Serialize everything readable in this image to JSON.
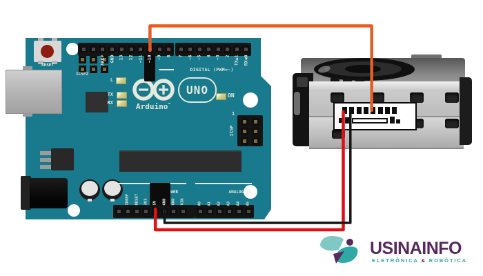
{
  "colors": {
    "board_teal": "#187a8c",
    "silkscreen": "#e7e9df",
    "reset_button_red": "#8e1d12",
    "logo_purple": "#572a5e",
    "logo_teal": "#2ea9a4",
    "logo_teal_light": "#7fc9c4"
  },
  "arduino": {
    "reset_label": "RESET",
    "icsp2_label": "ICSP2",
    "icsp_label": "ICSP",
    "icsp_pin_one": "1",
    "led_l": "L",
    "led_tx": "TX",
    "led_rx": "RX",
    "led_on": "ON",
    "logo_text": "Arduino",
    "logo_tm": "™",
    "model": "UNO",
    "digital_label": "DIGITAL (PWM=~)",
    "digital_left_pins": [
      "",
      "",
      "AREF",
      "GND",
      "13",
      "12",
      "~11",
      "~10",
      "~9",
      "8"
    ],
    "digital_right_pins": [
      "7",
      "~6",
      "~5",
      "4",
      "~3",
      "2",
      "TX▲1",
      "RX◀0"
    ],
    "power_label": "POWER",
    "power_pins": [
      "",
      "IOREF",
      "RESET",
      "3V3",
      "5V",
      "GND",
      "GND",
      "VIN"
    ],
    "analog_label": "ANALOG IN",
    "analog_pins": [
      "A0",
      "A1",
      "A2",
      "A3",
      "A4",
      "A5"
    ],
    "highlighted_pins": [
      "~10",
      "5V",
      "GND"
    ]
  },
  "sensor": {
    "connector_pins": 8
  },
  "wires": [
    {
      "name": "signal-wire",
      "color": "#e65c23",
      "from_pin": "~10",
      "to": "sensor pin 5"
    },
    {
      "name": "power-wire",
      "color": "#e01111",
      "from_pin": "5V",
      "to": "sensor pin 1"
    },
    {
      "name": "ground-wire",
      "color": "#161616",
      "from_pin": "GND",
      "to": "sensor pin 2"
    }
  ],
  "logo": {
    "title": "USINAINFO",
    "subtitle_electronics": "ELETRÔNICA",
    "subtitle_amp": "&",
    "subtitle_robotics": "ROBÓTICA"
  }
}
